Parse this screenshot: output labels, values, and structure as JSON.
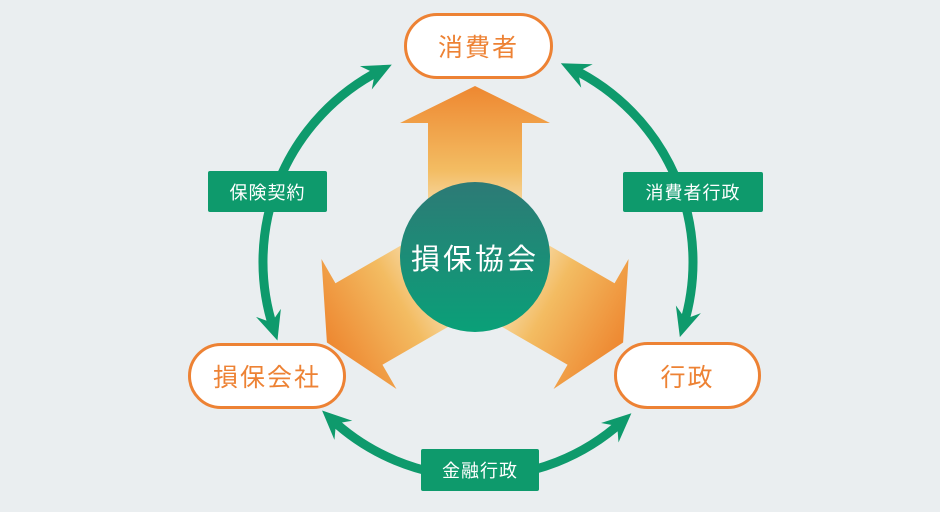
{
  "diagram": {
    "background_color": "#eaeef0",
    "accent_orange": "#ed8234",
    "accent_green": "#0e9a6c",
    "center_circle_gradient_top": "#2d7a76",
    "center_circle_gradient_bottom": "#0aa078",
    "arrow_gradient_base": "#faeed6",
    "arrow_gradient_tip": "#ee8a33",
    "center": {
      "label": "損保協会"
    },
    "nodes": [
      {
        "label": "消費者"
      },
      {
        "label": "損保会社"
      },
      {
        "label": "行政"
      }
    ],
    "edges": [
      {
        "label": "保険契約"
      },
      {
        "label": "消費者行政"
      },
      {
        "label": "金融行政"
      }
    ]
  }
}
